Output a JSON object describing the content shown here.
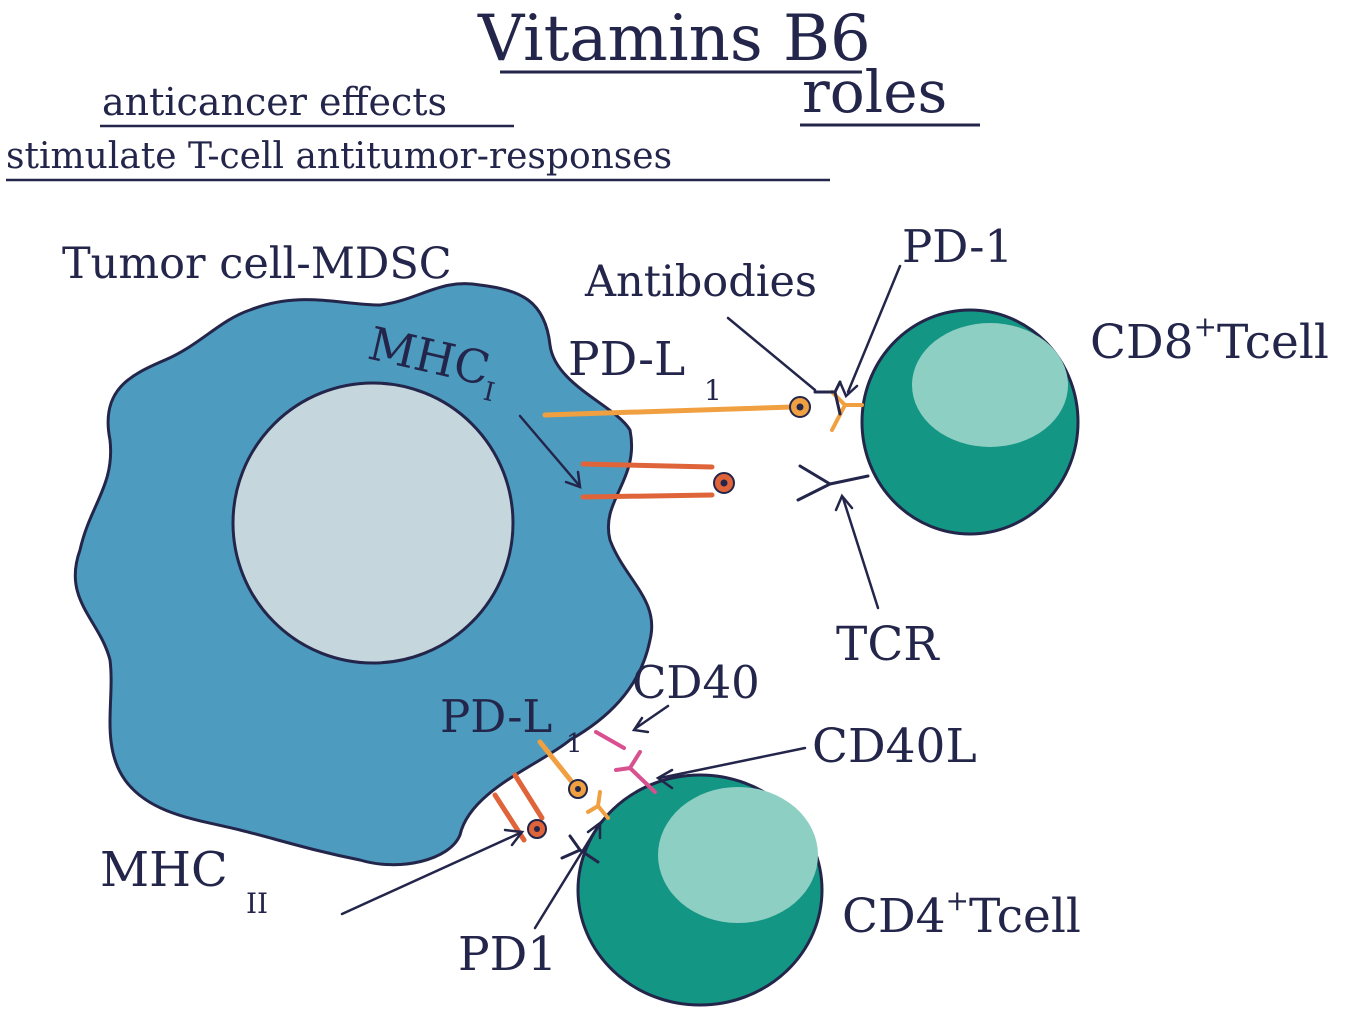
{
  "title": {
    "main": "Vitamins B6",
    "sub": "roles"
  },
  "subtitles": [
    "anticancer effects",
    "stimulate T-cell antitumor-responses"
  ],
  "labels": {
    "tumor_cell": "Tumor cell-MDSC",
    "antibodies": "Antibodies",
    "pd1_top": "PD-1",
    "pdl1_top": "PD-L",
    "pdl1_top_sub": "1",
    "mhc1": "MHC",
    "mhc1_sub": "I",
    "cd8_prefix": "CD8",
    "cd8_sup": "+",
    "cd8_suffix": "Tcell",
    "tcr": "TCR",
    "cd40": "CD40",
    "pdl1_bottom": "PD-L",
    "pdl1_bottom_sub": "1",
    "cd40l": "CD40L",
    "mhc2": "MHC",
    "mhc2_sub": "II",
    "pd1_bottom": "PD1",
    "cd4_prefix": "CD4",
    "cd4_sup": "+",
    "cd4_suffix": "Tcell"
  },
  "colors": {
    "ink": "#23264a",
    "tumor_body": "#4d9bbf",
    "tumor_nucleus": "#c5d6dd",
    "tcell_body": "#139683",
    "tcell_highlight": "#8ecfc4",
    "pdl1": "#f0a040",
    "mhc": "#e0643a",
    "cd40": "#d8508f"
  }
}
